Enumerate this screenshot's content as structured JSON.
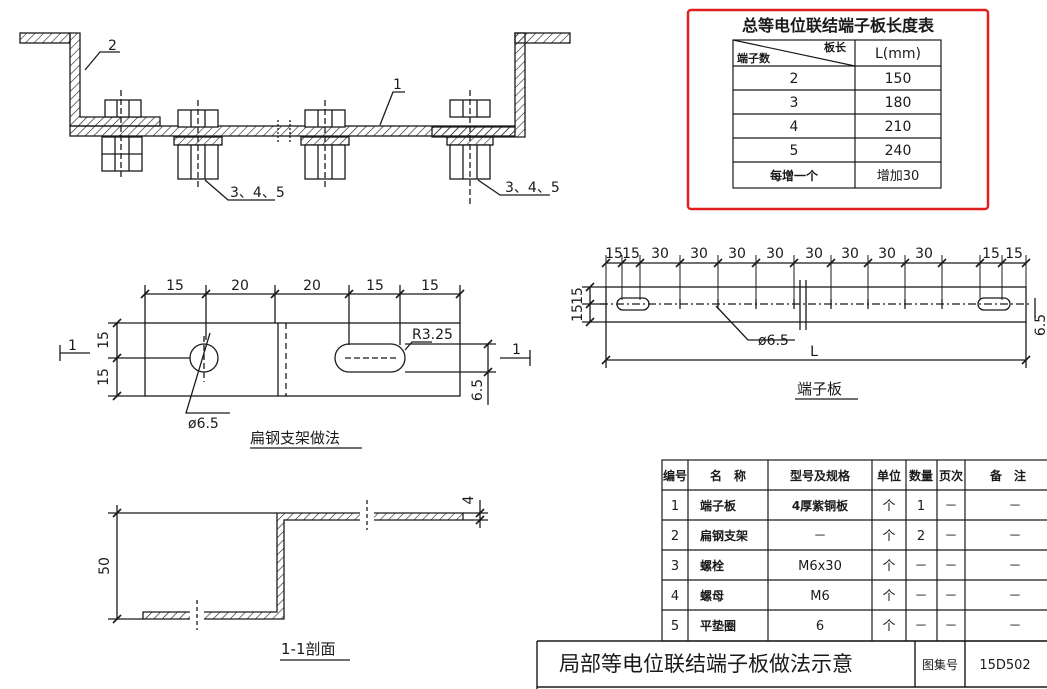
{
  "top_view": {
    "callouts": [
      "1",
      "2",
      "3、4、5",
      "3、4、5"
    ]
  },
  "length_table": {
    "title": "总等电位联结端子板长度表",
    "header_col1": "端子数",
    "header_col2_top": "板长",
    "header_col3": "L(mm)",
    "rows": [
      {
        "count": "2",
        "length": "150"
      },
      {
        "count": "3",
        "length": "180"
      },
      {
        "count": "4",
        "length": "210"
      },
      {
        "count": "5",
        "length": "240"
      },
      {
        "count": "每增一个",
        "length": "增加30"
      }
    ],
    "highlight_color": "#e02020"
  },
  "bracket": {
    "dims_top": [
      "15",
      "20",
      "20",
      "15",
      "15"
    ],
    "dims_left": [
      "15",
      "15"
    ],
    "dims_right": [
      "6.5"
    ],
    "hole_label": "ø6.5",
    "slot_radius": "R3.25",
    "section_mark": "1",
    "caption": "扁钢支架做法"
  },
  "terminal_plate": {
    "dims_top": [
      "15",
      "15",
      "30",
      "30",
      "30",
      "30",
      "30",
      "30",
      "30",
      "30",
      "15",
      "15"
    ],
    "dims_left": [
      "15",
      "15"
    ],
    "dim_right": "6.5",
    "hole_label": "ø6.5",
    "length_label": "L",
    "caption": "端子板"
  },
  "section": {
    "dim_height": "50",
    "dim_thickness": "4",
    "caption": "1-1剖面"
  },
  "parts_table": {
    "headers": [
      "编号",
      "名　称",
      "型号及规格",
      "单位",
      "数量",
      "页次",
      "备　注"
    ],
    "rows": [
      [
        "1",
        "端子板",
        "4厚紫铜板",
        "个",
        "1",
        "－",
        "－"
      ],
      [
        "2",
        "扁钢支架",
        "－",
        "个",
        "2",
        "－",
        "－"
      ],
      [
        "3",
        "螺栓",
        "M6x30",
        "个",
        "－",
        "－",
        "－"
      ],
      [
        "4",
        "螺母",
        "M6",
        "个",
        "－",
        "－",
        "－"
      ],
      [
        "5",
        "平垫圈",
        "6",
        "个",
        "－",
        "－",
        "－"
      ]
    ]
  },
  "title_block": {
    "title": "局部等电位联结端子板做法示意",
    "atlas_label": "图集号",
    "atlas_number": "15D502"
  },
  "colors": {
    "ink": "#1a1a1a",
    "highlight": "#e02020",
    "hatch": "#1a1a1a"
  }
}
